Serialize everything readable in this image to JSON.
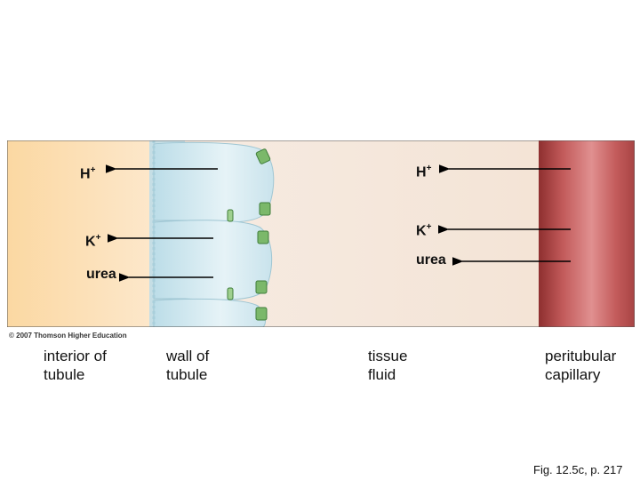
{
  "ions": {
    "h_left": "H",
    "h_right": "H",
    "k_left": "K",
    "k_right": "K",
    "plus": "+",
    "urea_left": "urea",
    "urea_right": "urea"
  },
  "regions": {
    "interior": [
      "interior of",
      "tubule"
    ],
    "wall": [
      "wall of",
      "tubule"
    ],
    "fluid": [
      "tissue",
      "fluid"
    ],
    "capillary": [
      "peritubular",
      "capillary"
    ]
  },
  "copyright": "© 2007 Thomson Higher Education",
  "figure_ref": "Fig. 12.5c, p. 217",
  "colors": {
    "interior_fill": "#fbd9a6",
    "fluid_fill": "#f7ebe0",
    "capillary_fill": "#c05050",
    "cell_fill": "#cfe7ee",
    "pump_fill": "#7bb86a"
  }
}
